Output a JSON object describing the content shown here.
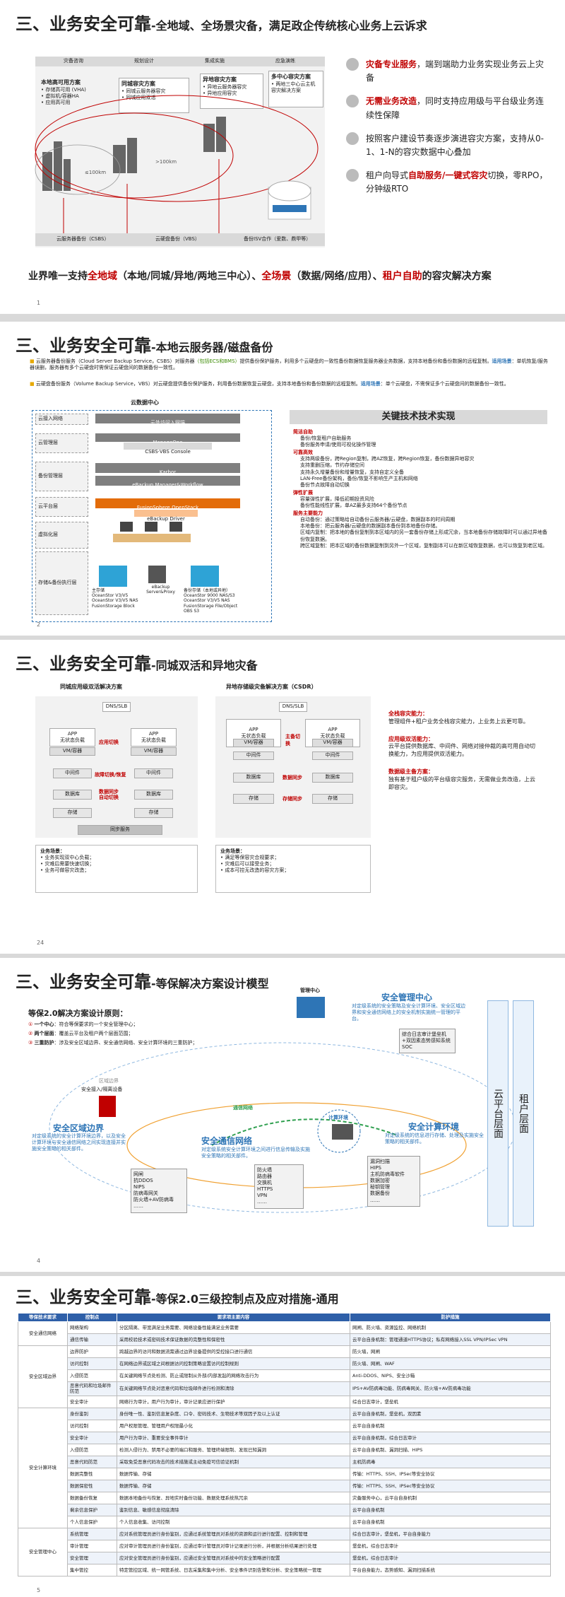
{
  "s1": {
    "title_main": "三、业务安全可靠",
    "title_sub": "-全地域、全场景灾备，满足政企传统核心业务上云诉求",
    "top_labels": [
      "灾备咨询",
      "规划设计",
      "集成实施",
      "应急演练"
    ],
    "box_local": {
      "title": "本地高可用方案",
      "items": [
        "存储高可用 (VHA)",
        "虚拟机/容器HA",
        "应用高可用"
      ]
    },
    "box_city": {
      "title": "同城容灾方案",
      "items": [
        "同城云服务器容灾",
        "同城应用双活"
      ]
    },
    "box_remote": {
      "title": "异地容灾方案",
      "items": [
        "异地云服务器容灾",
        "异地应用容灾"
      ]
    },
    "box_multi": {
      "title": "多中心容灾方案",
      "items": [
        "两地三中心云主机",
        "容灾解决方案"
      ]
    },
    "dist1": "≤100km",
    "dist2": ">100km",
    "bottom_labels": [
      "云服务器备份（CSBS）",
      "云硬盘备份（VBS）",
      "备份ISV合作（爱数、鼎甲等）"
    ],
    "features": [
      {
        "em": "灾备专业服务",
        "rest": "，端到端助力业务实现业务云上灾备"
      },
      {
        "em": "无需业务改造",
        "rest": "，同时支持应用级与平台级业务连续性保障"
      },
      {
        "em": "",
        "rest": "按照客户建设节奏逐步演进容灾方案，支持从0-1、1-N的容灾数据中心叠加"
      },
      {
        "em": "",
        "pre": "租户向导式",
        "em2": "自助服务/一键式容灾",
        "rest": "切换，零RPO，分钟级RTO"
      }
    ],
    "banner": {
      "a": "业界唯一支持",
      "b": "全地域",
      "c": "（本地/同城/异地/两地三中心）、",
      "d": "全场景",
      "e": "（数据/网络/应用）、",
      "f": "租户自助",
      "g": "的容灾解决方案"
    },
    "page": "1"
  },
  "s2": {
    "title_main": "三、业务安全可靠",
    "title_sub": "-本地云服务器/磁盘备份",
    "bullet1": {
      "a": "云服务器备份服务（Cloud Server Backup Service，CSBS）对服务器",
      "b": "（包括ECS和BMS）",
      "c": "提供备份保护服务，利用多个云硬盘的一致性备份数据恢复服务器业务数据，支持本地备份和备份数据的远程复制。",
      "d": "适用场景",
      "e": "：单机恢复/服务器误删，服务器有多个云硬盘时需保证云硬盘间的数据备份一致性。"
    },
    "bullet2": {
      "a": "云硬盘备份服务（Volume Backup Service，VBS）对云硬盘提供备份保护服务，利用备份数据恢复云硬盘，支持本地备份和备份数据的远程复制。",
      "d": "适用场景",
      "e": "：单个云硬盘，不需保证多个云硬盘间的数据备份一致性。"
    },
    "dc_title": "云数据中心",
    "layers": [
      "云接入网络",
      "云管理层",
      "备份管理层",
      "云平台层",
      "虚拟化层",
      "存储&备份执行层"
    ],
    "bars": [
      "云外访问入网端",
      "ManageOne",
      "CSBS·VBS Console",
      "Karbor",
      "eBackup Manager&Workflow",
      "FusionSphere OpenStack",
      "eBackup Driver"
    ],
    "storage_labels": {
      "left": "主存储\nOceanStor V3/V5\nOceanStor V3/V5 NAS\nFusionStorage Block",
      "mid": "eBackup\nServer&Proxy",
      "right": "备份存储（本地或异地）\nOceanStor 9000 NAS/S3\nOceanStor V3/V5 NAS\nFusionStorage File/Object\nOBS S3"
    },
    "tech_title": "关键技术技术实现",
    "tech": [
      {
        "h": "简洁自助",
        "items": [
          "备份/恢复租户自助服务",
          "备份服务申请/使用可视化操作管理"
        ]
      },
      {
        "h": "可靠高效",
        "items": [
          "支持两级备份，跨Region复制，跨AZ恢复，跨Region恢复，备份数据异地容灾",
          "支持重删压缩，节约存储空间",
          "支持永久增量备份和增量恢复，支持自定义全备",
          "LAN-Free备份架构，备份/恢复不影响生产主机和网络",
          "备份节点故障自动切换"
        ]
      },
      {
        "h": "弹性扩展",
        "items": [
          "容量弹性扩展，降低初期投资风险",
          "备份性能线性扩展，单AZ最多支持64个备份节点"
        ]
      },
      {
        "h": "服务主要能力",
        "items": [
          "自动备份：通过策略给自动备份云服务器/云硬盘，数据副本的时间周期",
          "本地备份：把云服务器/云硬盘的数据副本备份到本地备份存储。",
          "区域内复制：把本地的备份复制到本区域内的另一套备份存储上形成冗余，当本地备份存储故障时可以通过异地备份恢复数据。",
          "跨区域复制：把本区域的备份数据复制到另外一个区域，复制副本可以在新区域恢复数据，也可以恢复到老区域。"
        ]
      }
    ],
    "page": "2"
  },
  "s3": {
    "title_main": "三、业务安全可靠",
    "title_sub": "-同城双活和异地灾备",
    "left_title": "同城应用级双活解决方案",
    "right_title": "异地存储级灾备解决方案（CSDR）",
    "app": "APP\n无状态负载",
    "vm": "VM/容器",
    "mid": "中间件",
    "db": "数据库",
    "storage": "存储",
    "sync": "同步服务",
    "dns": "DNS/SLB",
    "tag_app_switch": "应用切换",
    "tag_fault": "故障切换/恢复",
    "tag_sync": "数据同步\n自动切换",
    "tag_main_switch": "主备切换",
    "tag_data_sync": "数据同步",
    "tag_storage_sync": "存储同步",
    "left_scene": {
      "title": "业务场景：",
      "items": [
        "业务实现双中心负载；",
        "灾难后需要快速切换；",
        "业务可做容灾改造；"
      ]
    },
    "right_scene": {
      "title": "业务场景：",
      "items": [
        "满足等保容灾合规要求；",
        "灾难后可以接受业务；",
        "成本可控无改造的容灾方案；"
      ]
    },
    "features": [
      {
        "h": "全栈容灾能力：",
        "t": "管理组件+租户业务全栈容灾能力，上业务上云更可靠。"
      },
      {
        "h": "应用级双活能力：",
        "t": "云平台提供数据库、中间件、网络对接仲裁的高可用自动切换能力，为应用提供双活能力。"
      },
      {
        "h": "数据级主备方案：",
        "t": "独有基于租户级的平台级容灾服务，无需做业务改造，上云即容灾。"
      }
    ],
    "page": "24"
  },
  "s4": {
    "title_main": "三、业务安全可靠",
    "title_sub": "-等保解决方案设计模型",
    "principle_title": "等保2.0解决方案设计原则：",
    "principles": [
      {
        "n": "①",
        "h": "一个中心",
        "t": "：符合等保要求的一个安全管理中心；"
      },
      {
        "n": "②",
        "h": "两个层面",
        "t": "：覆盖云平台及租户两个层面范围；"
      },
      {
        "n": "③",
        "h": "三重防护",
        "t": "：涉及安全区域边界、安全通信网络、安全计算环境的三重防护；"
      }
    ],
    "mgmt_center": "管理中心",
    "sec_mgmt_title": "安全管理中心",
    "sec_mgmt_desc": "对定级系统的安全策略及安全计算环境、安全区域边界和安全通信网络上的安全机制实施统一管理的平台。",
    "sec_mgmt_box": [
      "综合日志审计堡垒机+双因素态势感知系统SOC"
    ],
    "region_border": "区域边界",
    "access": "安全接入/隔离设备",
    "comm_env": "通信网络",
    "comp_env": "计算环境",
    "sec_region_title": "安全区域边界",
    "sec_region_desc": "对定级系统的安全计算环境边界，以及安全计算环境与安全通信网络之间实现连接并实施安全策略的相关部件。",
    "sec_region_box": [
      "网闸",
      "抗DDOS",
      "NIPS",
      "防病毒网关",
      "防火墙+AV防病毒"
    ],
    "sec_comm_title": "安全通信网络",
    "sec_comm_desc": "对定级系统安全计算环境之间进行信息传输及实施安全策略的相关部件。",
    "sec_comm_box": [
      "防火墙",
      "路由器",
      "交换机",
      "HTTPS",
      "VPN"
    ],
    "sec_comp_title": "安全计算环境",
    "sec_comp_desc": "对定级系统的信息进行存储、处理及实施安全策略的相关部件。",
    "sec_comp_box": [
      "漏洞扫描",
      "HIPS",
      "主机防病毒软件",
      "数据加密",
      "秘钥管理",
      "数据备份"
    ],
    "more": "……",
    "col1": "云平台层面",
    "col2": "租户层面",
    "page": "4"
  },
  "s5": {
    "title_main": "三、业务安全可靠",
    "title_sub": "-等保2.0三级控制点及应对措施-通用",
    "headers": [
      "等保技术要求",
      "控制点",
      "要求项主要内容",
      "防护措施"
    ],
    "rows": [
      [
        "安全通信网络",
        "网络架构",
        "分区隔离、带宽满足业务需要、网络设备性能满足业务需要",
        "网闸、防火墙、资源监控、网络机制"
      ],
      [
        "",
        "通信传输",
        "采用校验技术或密码技术保证数据的完整性和保密性",
        "云平台自身机制：管理通道HTTPS协议；私有网络接入SSL VPN/IPSec VPN"
      ],
      [
        "安全区域边界",
        "边界防护",
        "跨越边界的访问和数据流需通过边界设备提供的受控接口进行通信",
        "防火墙，网闸"
      ],
      [
        "",
        "访问控制",
        "在网络边界或区域之间根据访问控制策略设置访问控制规则",
        "防火墙、网闸、WAF"
      ],
      [
        "",
        "入侵防范",
        "在关键网络节点处检测、防止或限制从外部/内部发起的网络攻击行为",
        "Anti-DDOS、NIPS、安全沙箱"
      ],
      [
        "",
        "恶意代码和垃圾邮件防范",
        "在关键网络节点处对恶意代码和垃圾邮件进行检测和清除",
        "IPS+AV防病毒功能、防病毒网关、防火墙+AV防病毒功能"
      ],
      [
        "",
        "安全审计",
        "网络行为审计，用户行为审计，审计记录应进行保护",
        "综合日志审计，堡垒机"
      ],
      [
        "安全计算环境",
        "身份鉴别",
        "身份唯一性、鉴别信息复杂度、口令、密码技术、生物技术等双因子及以上认证",
        "云平台自身机制，堡垒机，双因素"
      ],
      [
        "",
        "访问控制",
        "用户权限管理、管理用户权限最小化",
        "云平台自身机制"
      ],
      [
        "",
        "安全审计",
        "用户行为审计、重要安全事件审计",
        "云平台自身机制，综合日志审计"
      ],
      [
        "",
        "入侵防范",
        "检测入侵行为、禁用不必要的端口和服务、管理终端限制、发现已知漏洞",
        "云平台自身机制、漏洞扫描、HIPS"
      ],
      [
        "",
        "恶意代码防范",
        "采取免受恶意代码攻击的技术措施或主动免疫可信验证机制",
        "主机防病毒"
      ],
      [
        "",
        "数据完整性",
        "数据传输、存储",
        "传输：HTTPS、SSH、IPSec等安全协议"
      ],
      [
        "",
        "数据保密性",
        "数据传输、存储",
        "传输：HTTPS、SSH、IPSec等安全协议"
      ],
      [
        "",
        "数据备份恢复",
        "数据本地备份与恢复、异地实时备份功能、数据处理系统热冗余",
        "灾备服务中心，云平台自身机制"
      ],
      [
        "",
        "剩余信息保护",
        "鉴别信息、敏感信息彻底清除",
        "云平台自身机制"
      ],
      [
        "",
        "个人信息保护",
        "个人信息收集、访问控制",
        "云平台自身机制"
      ],
      [
        "安全管理中心",
        "系统管理",
        "应对系统管理员进行身份鉴别，应通过系统管理员对系统的资源和运行进行配置、控制和管理",
        "综合日志审计，堡垒机，平台自身能力"
      ],
      [
        "",
        "审计管理",
        "应对审计管理员进行身份鉴别，应通过审计管理员对审计记录进行分析，并根据分析结果进行处理",
        "堡垒机，综合日志审计"
      ],
      [
        "",
        "安全管理",
        "应对安全管理员进行身份鉴别，应通过安全管理员对系统中的安全策略进行配置",
        "堡垒机，综合日志审计"
      ],
      [
        "",
        "集中管控",
        "特定管控区域、统一网管系统、日志采集和集中分析、安全事件识别告警和分析、安全策略统一管理",
        "平台自身能力，态势感知、漏洞扫描系统"
      ]
    ],
    "page": "5"
  }
}
